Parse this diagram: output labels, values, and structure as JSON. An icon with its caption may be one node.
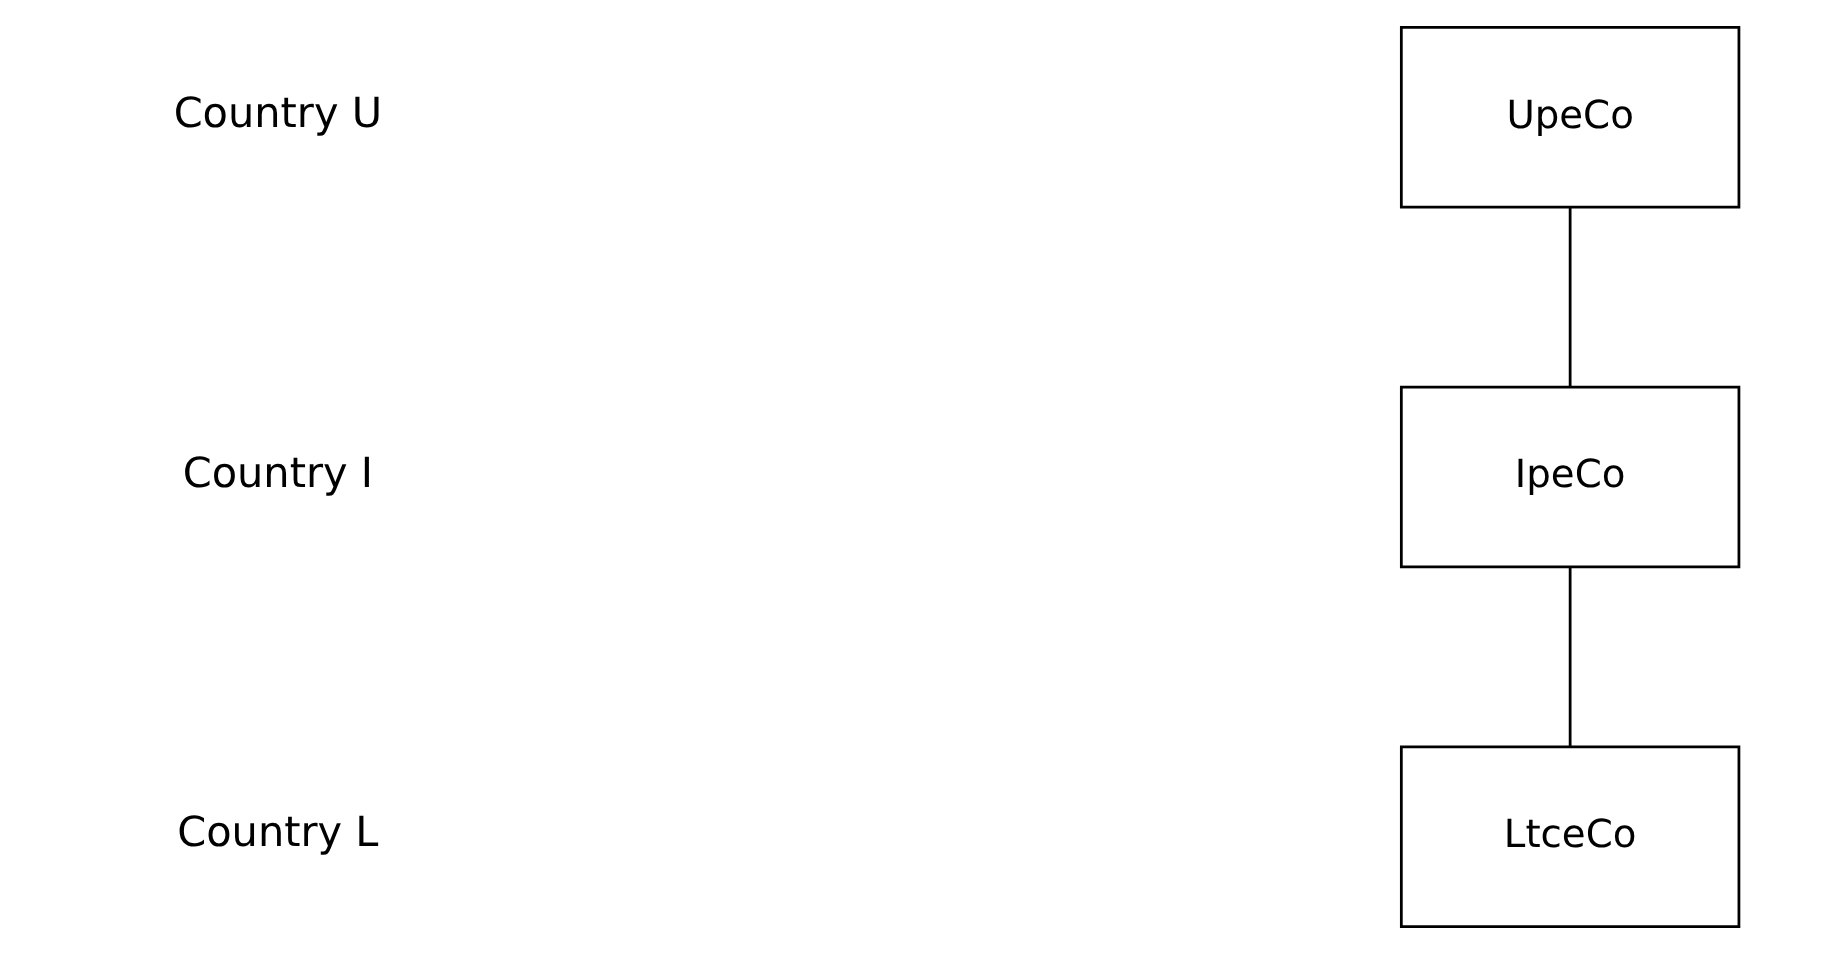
{
  "diagram": {
    "nodes": [
      {
        "text": [
          "UpeCo"
        ]
      },
      {
        "text": [
          "IpeCo"
        ]
      },
      {
        "text": [
          "LtceCo"
        ]
      }
    ],
    "edges": [
      {
        "from": 0,
        "to": 1,
        "arrow": "none"
      },
      {
        "from": 1,
        "to": 2,
        "arrow": "none"
      }
    ],
    "labels": [
      "Country U",
      "Country I",
      "Country L"
    ]
  }
}
